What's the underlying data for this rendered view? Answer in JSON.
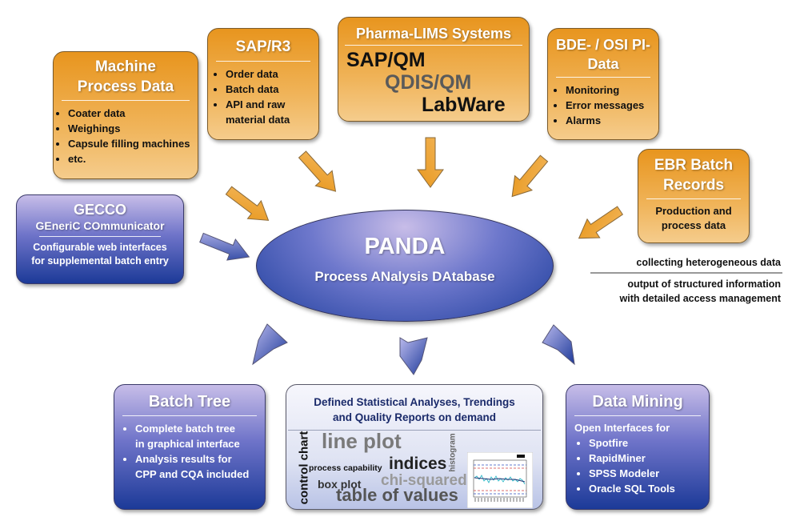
{
  "sources": {
    "machine": {
      "title_line1": "Machine",
      "title_line2": "Process Data",
      "items": [
        "Coater data",
        "Weighings",
        "Capsule filling machines",
        "etc."
      ]
    },
    "sap_r3": {
      "title": "SAP/R3",
      "items": [
        "Order data",
        "Batch data",
        "API and raw material data"
      ]
    },
    "lims": {
      "title": "Pharma-LIMS Systems",
      "systems": [
        "SAP/QM",
        "QDIS/QM",
        "LabWare"
      ]
    },
    "bde": {
      "title_line1": "BDE- / OSI PI-",
      "title_line2": "Data",
      "items": [
        "Monitoring",
        "Error messages",
        "Alarms"
      ]
    },
    "ebr": {
      "title_line1": "EBR Batch",
      "title_line2": "Records",
      "text_line1": "Production and",
      "text_line2": "process data"
    },
    "gecco": {
      "title": "GECCO",
      "subtitle": "GEneriC COmmunicator",
      "text_line1": "Configurable web interfaces",
      "text_line2": "for supplemental batch entry"
    }
  },
  "center": {
    "title": "PANDA",
    "subtitle": "Process ANalysis DAtabase"
  },
  "legend": {
    "input_label": "collecting heterogeneous data",
    "output_line1": "output of structured information",
    "output_line2": "with detailed access management"
  },
  "outputs": {
    "batch_tree": {
      "title": "Batch Tree",
      "items": [
        {
          "line1": "Complete batch tree",
          "line2": "in graphical interface"
        },
        {
          "line1": "Analysis results for",
          "line2": "CPP and CQA included"
        }
      ]
    },
    "analyses": {
      "title_line1": "Defined Statistical Analyses, Trendings",
      "title_line2": "and Quality Reports on demand",
      "terms": {
        "control_chart": "control chart",
        "line_plot": "line plot",
        "histogram": "histogram",
        "process_capability": "process capability",
        "indices": "indices",
        "box_plot": "box plot",
        "chi_squared": "chi-squared",
        "table_of_values": "table of values"
      }
    },
    "data_mining": {
      "title": "Data Mining",
      "intro": "Open Interfaces for",
      "items": [
        "Spotfire",
        "RapidMiner",
        "SPSS Modeler",
        "Oracle SQL Tools"
      ]
    }
  },
  "colors": {
    "orange": "#e8951e",
    "blue_dark": "#1c3a98",
    "blue_light": "#c7bde8",
    "navy_text": "#1a2a6a",
    "gray_text": "#7a7a7a"
  }
}
